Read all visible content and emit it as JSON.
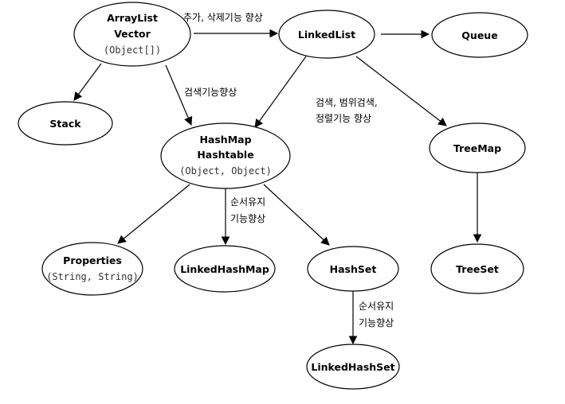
{
  "nodes": {
    "arraylist": {
      "lines": [
        "ArrayList",
        "Vector"
      ],
      "sub": "(Object[])"
    },
    "linkedlist": {
      "lines": [
        "LinkedList"
      ]
    },
    "queue": {
      "lines": [
        "Queue"
      ]
    },
    "stack": {
      "lines": [
        "Stack"
      ]
    },
    "hashmap": {
      "lines": [
        "HashMap",
        "Hashtable"
      ],
      "sub": "(Object, Object)"
    },
    "treemap": {
      "lines": [
        "TreeMap"
      ]
    },
    "properties": {
      "lines": [
        "Properties"
      ],
      "sub": "(String, String)"
    },
    "linkedhashmap": {
      "lines": [
        "LinkedHashMap"
      ]
    },
    "hashset": {
      "lines": [
        "HashSet"
      ]
    },
    "treeset": {
      "lines": [
        "TreeSet"
      ]
    },
    "linkedhashset": {
      "lines": [
        "LinkedHashSet"
      ]
    }
  },
  "edge_labels": {
    "add_delete": "추가, 삭제기능 향상",
    "search_1": "검색기능향상",
    "search_range_1": "검색, 범위검색,",
    "search_range_2": "정렬기능 향상",
    "order_1a": "순서유지",
    "order_1b": "기능향상",
    "order_2a": "순서유지",
    "order_2b": "기능향상"
  }
}
